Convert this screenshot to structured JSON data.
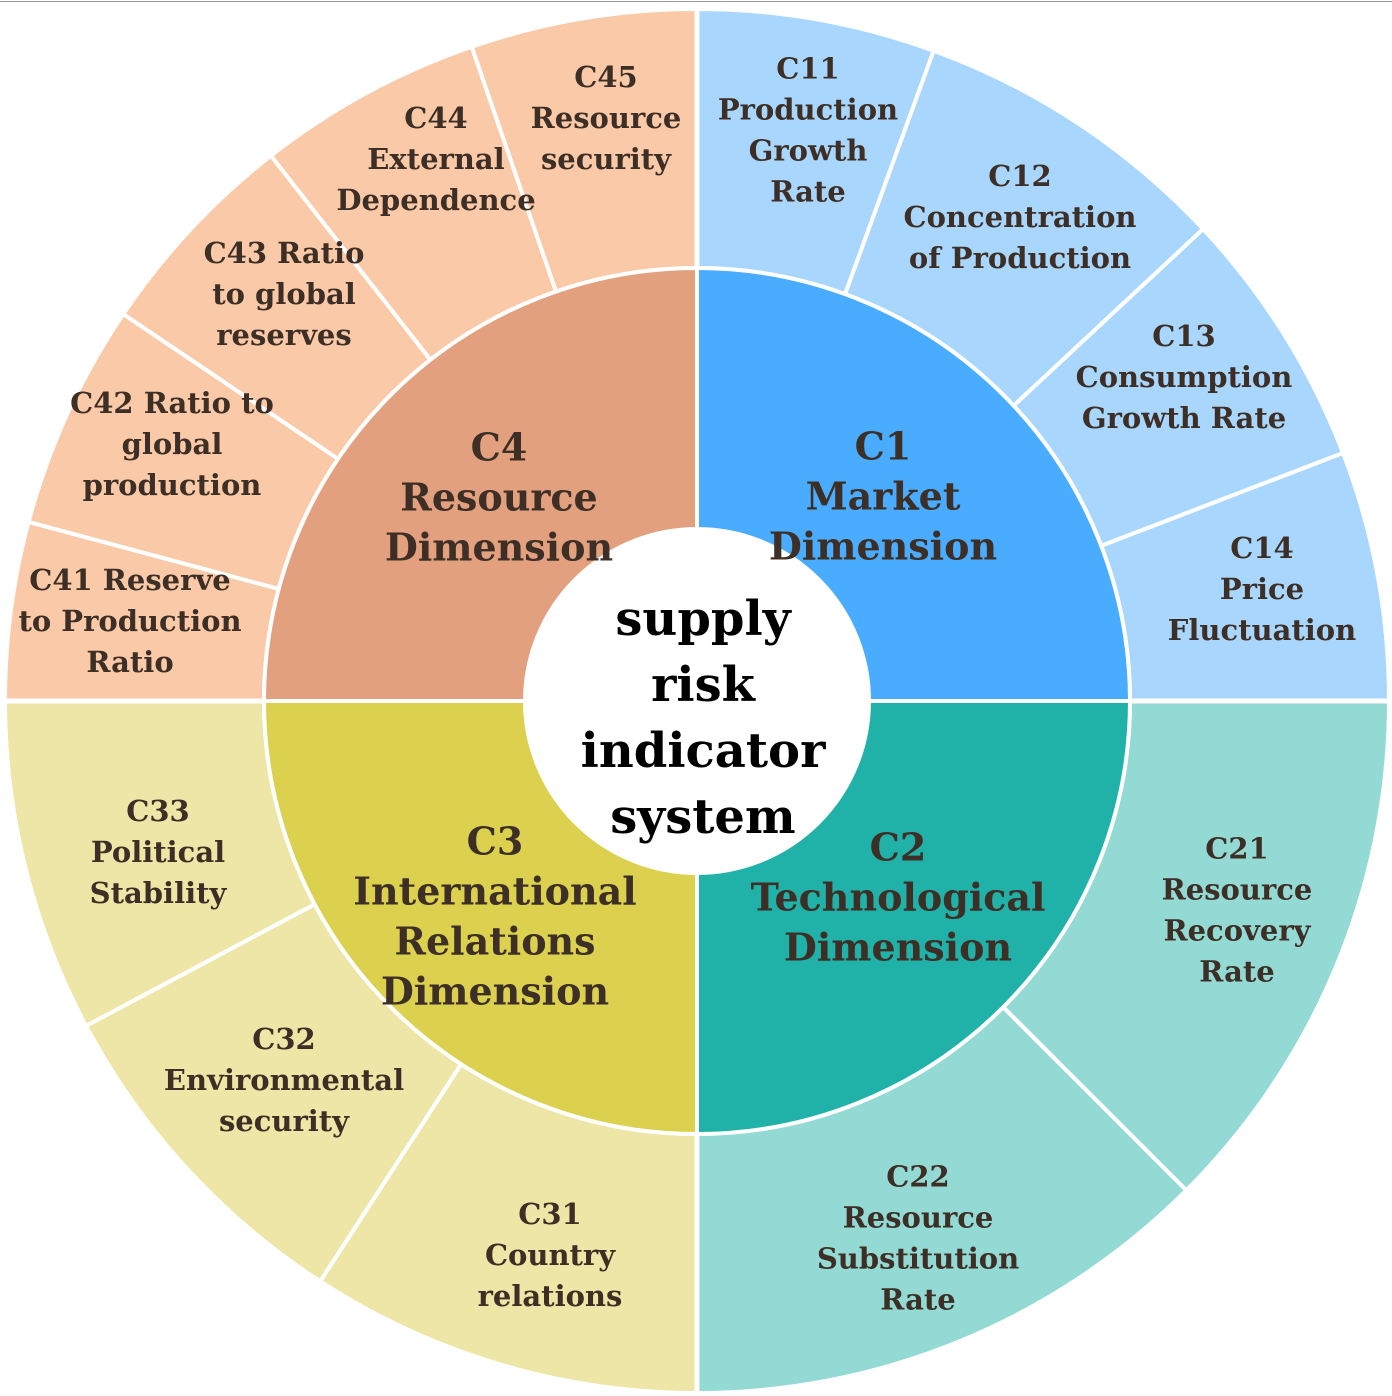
{
  "center": {
    "lines": [
      "supply",
      "risk",
      "indicator",
      "system"
    ]
  },
  "dimensions": [
    {
      "id": "C1",
      "lines": [
        "C1",
        "Market",
        "Dimension"
      ],
      "inner_color": "#4aacff",
      "outer_color": "#a8d6fd",
      "indicators": [
        {
          "id": "C11",
          "lines": [
            "C11",
            "Production",
            "Growth",
            "Rate"
          ]
        },
        {
          "id": "C12",
          "lines": [
            "C12",
            "Concentration",
            "of Production"
          ]
        },
        {
          "id": "C13",
          "lines": [
            "C13",
            "Consumption",
            "Growth Rate"
          ]
        },
        {
          "id": "C14",
          "lines": [
            "C14",
            "Price",
            "Fluctuation"
          ]
        }
      ]
    },
    {
      "id": "C2",
      "lines": [
        "C2",
        "Technological",
        "Dimension"
      ],
      "inner_color": "#20b2a9",
      "outer_color": "#93d9d4",
      "indicators": [
        {
          "id": "C21",
          "lines": [
            "C21",
            "Resource",
            "Recovery",
            "Rate"
          ]
        },
        {
          "id": "C22",
          "lines": [
            "C22",
            "Resource",
            "Substitution",
            "Rate"
          ]
        }
      ]
    },
    {
      "id": "C3",
      "lines": [
        "C3",
        "International",
        "Relations",
        "Dimension"
      ],
      "inner_color": "#dbd14f",
      "outer_color": "#ede6a6",
      "indicators": [
        {
          "id": "C31",
          "lines": [
            "C31",
            "Country",
            "relations"
          ]
        },
        {
          "id": "C32",
          "lines": [
            "C32",
            "Environmental",
            "security"
          ]
        },
        {
          "id": "C33",
          "lines": [
            "C33",
            "Political",
            "Stability"
          ]
        }
      ]
    },
    {
      "id": "C4",
      "lines": [
        "C4",
        "Resource",
        "Dimension"
      ],
      "inner_color": "#e2a07e",
      "outer_color": "#f9c9a8",
      "indicators": [
        {
          "id": "C41",
          "lines": [
            "C41 Reserve",
            "to Production",
            "Ratio"
          ]
        },
        {
          "id": "C42",
          "lines": [
            "C42 Ratio to",
            "global",
            "production"
          ]
        },
        {
          "id": "C43",
          "lines": [
            "C43 Ratio",
            "to global",
            "reserves"
          ]
        },
        {
          "id": "C44",
          "lines": [
            "C44",
            "External",
            "Dependence"
          ]
        },
        {
          "id": "C45",
          "lines": [
            "C45",
            "Resource",
            "security"
          ]
        }
      ]
    }
  ]
}
